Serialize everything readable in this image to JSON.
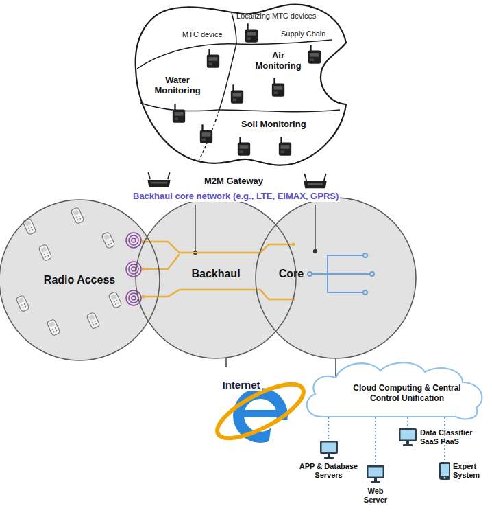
{
  "diagram": {
    "nodes": [
      {
        "text": [
          "Radio Access"
        ]
      },
      {
        "text": [
          "Backhaul"
        ]
      },
      {
        "text": [
          "Core"
        ]
      },
      {
        "text": [
          "Internet"
        ]
      },
      {
        "text": [
          "Cloud Computing & Central Control Unification"
        ]
      },
      {
        "text": [
          "APP & Database Servers"
        ]
      },
      {
        "text": [
          "Web Server"
        ]
      },
      {
        "text": [
          "Data Classifier SaaS PaaS"
        ]
      },
      {
        "text": [
          "Expert System"
        ]
      }
    ],
    "edges": [
      {
        "from": 1,
        "to": 3,
        "arrow": "none"
      },
      {
        "from": 2,
        "to": 4,
        "arrow": "none"
      },
      {
        "from": 4,
        "to": 5,
        "arrow": "none"
      },
      {
        "from": 4,
        "to": 6,
        "arrow": "none"
      },
      {
        "from": 4,
        "to": 7,
        "arrow": "none"
      },
      {
        "from": 4,
        "to": 8,
        "arrow": "none"
      }
    ],
    "labels": [
      "Localizing MTC devices",
      "MTC device",
      "Supply Chain",
      "Air Monitoring",
      "Water Monitoring",
      "Soil Monitoring",
      "M2M Gateway",
      "Backhaul core network (e.g., LTE, EiMAX, GPRS)"
    ]
  }
}
